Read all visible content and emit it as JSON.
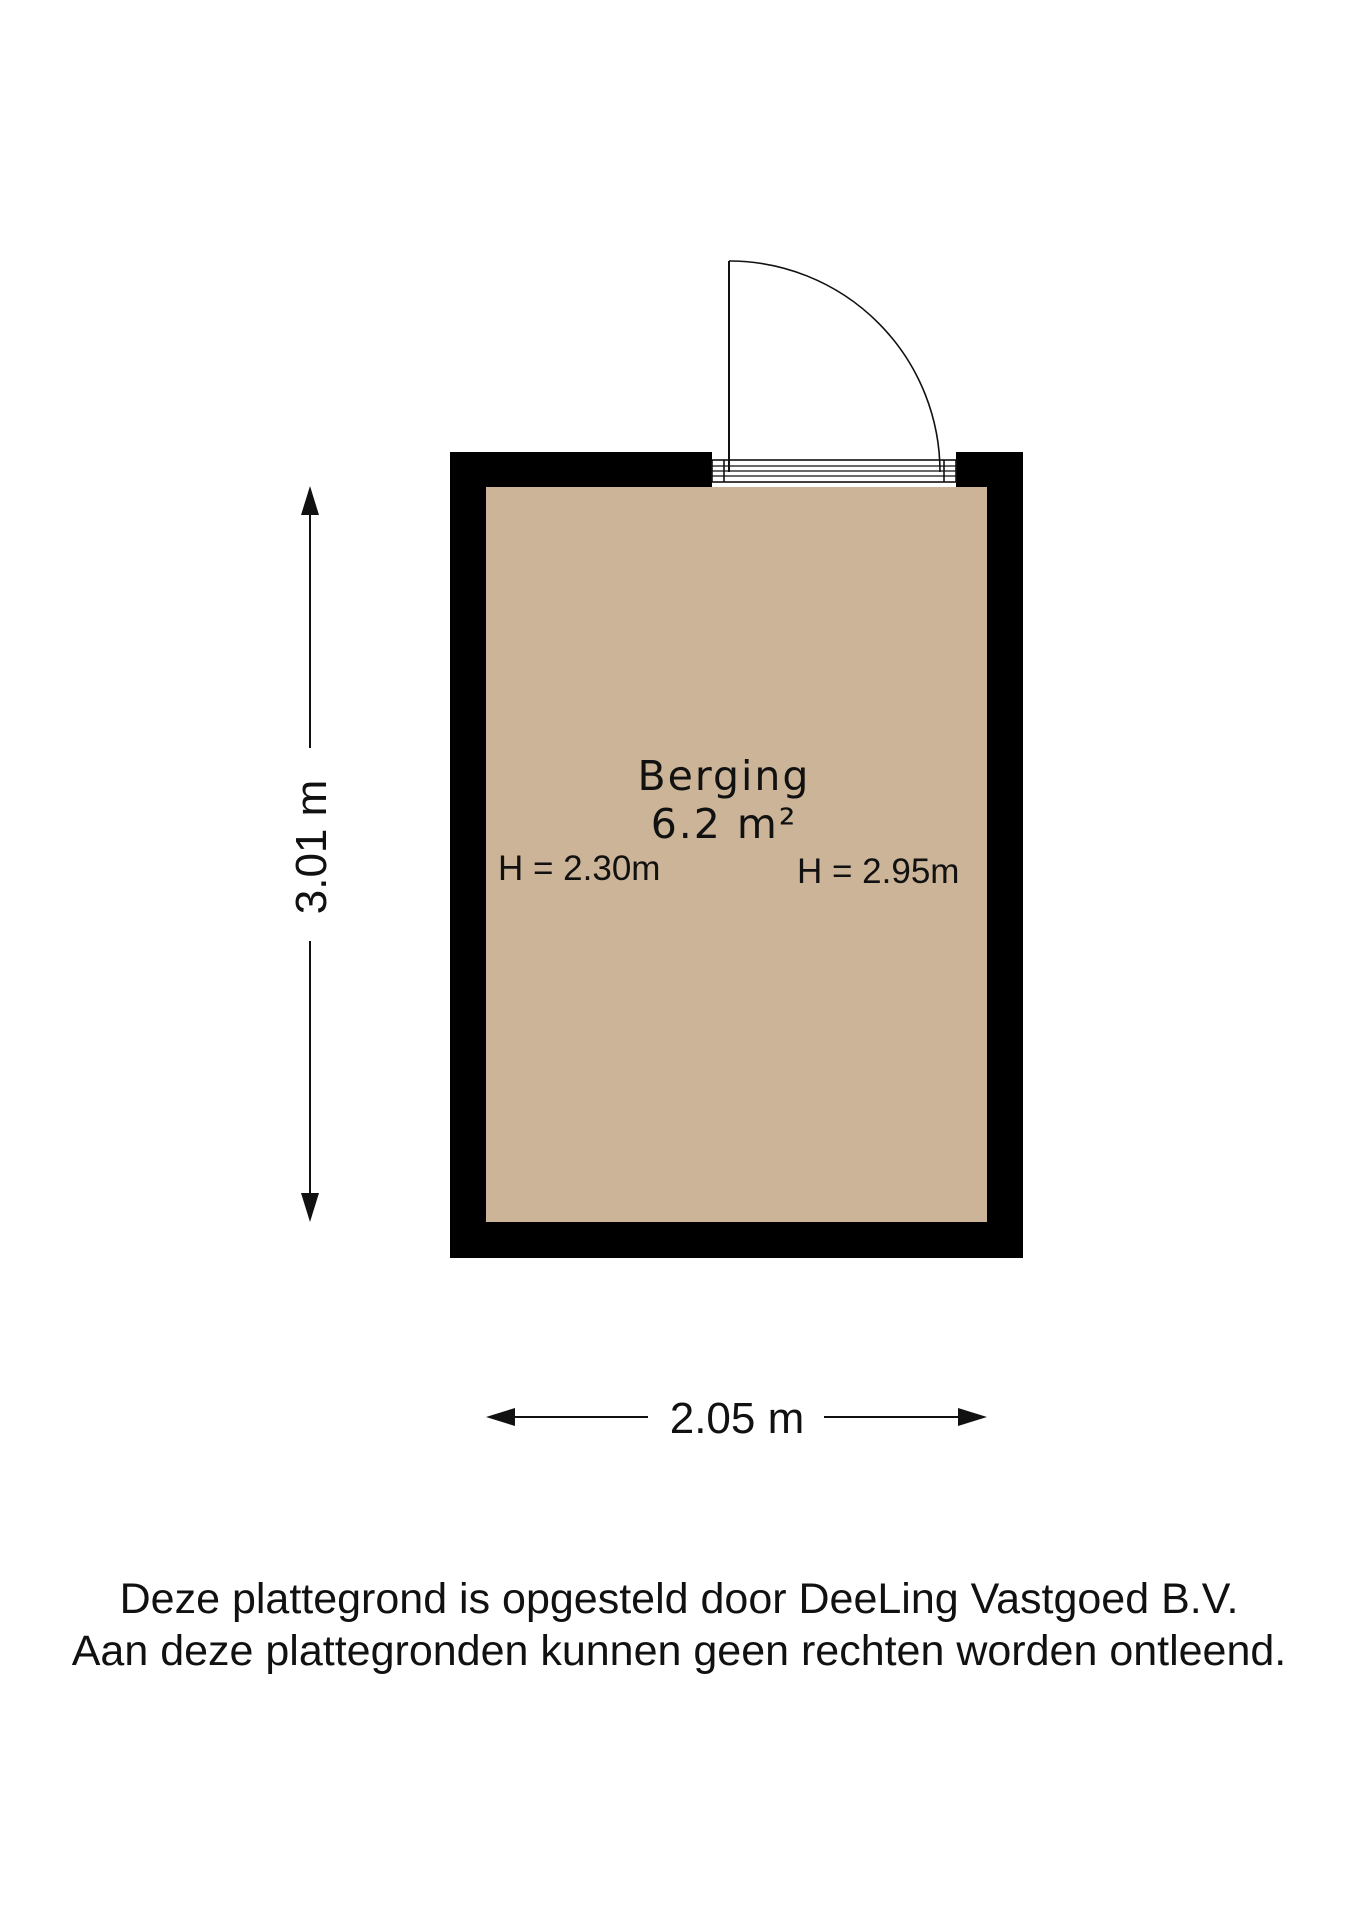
{
  "room": {
    "name": "Berging",
    "area": "6.2 m²",
    "height_left": "H = 2.30m",
    "height_right": "H = 2.95m"
  },
  "dimensions": {
    "height": "3.01 m",
    "width": "2.05 m"
  },
  "disclaimer": {
    "line1": "Deze plattegrond is opgesteld door DeeLing Vastgoed B.V.",
    "line2": "Aan deze plattegronden kunnen geen rechten worden ontleend."
  },
  "colors": {
    "wall": "#000000",
    "floor": "#cbb497",
    "line": "#111111",
    "background": "#ffffff"
  }
}
